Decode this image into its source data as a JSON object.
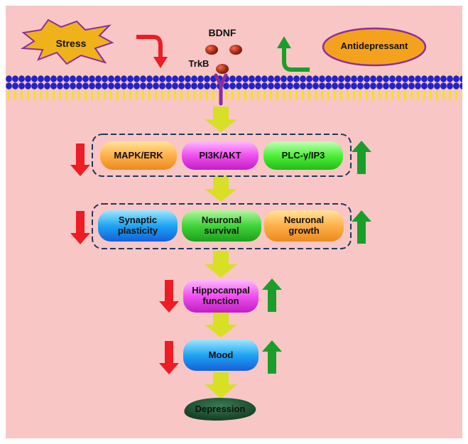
{
  "nodes": {
    "stress": "Stress",
    "bdnf": "BDNF",
    "antidepressant": "Antidepressant",
    "trkb": "TrkB",
    "pathways": [
      "MAPK/ERK",
      "PI3K/AKT",
      "PLC-γ/IP3"
    ],
    "effects": [
      {
        "line1": "Synaptic",
        "line2": "plasticity"
      },
      {
        "line1": "Neuronal",
        "line2": "survival"
      },
      {
        "line1": "Neuronal",
        "line2": "growth"
      }
    ],
    "hippocampal": {
      "line1": "Hippocampal",
      "line2": "function"
    },
    "mood": "Mood",
    "depression": "Depression"
  },
  "colors": {
    "background": "#f9c6c6",
    "membrane_blue": "#2222cc",
    "membrane_yellow": "#f2e21a",
    "down_arrow": "#ee1c24",
    "up_arrow": "#1a9e2a",
    "flow_arrow": "#d7e025",
    "receptor": "#8a2ea0"
  },
  "icons": {
    "down": "red-down-arrow-icon",
    "up": "green-up-arrow-icon"
  }
}
